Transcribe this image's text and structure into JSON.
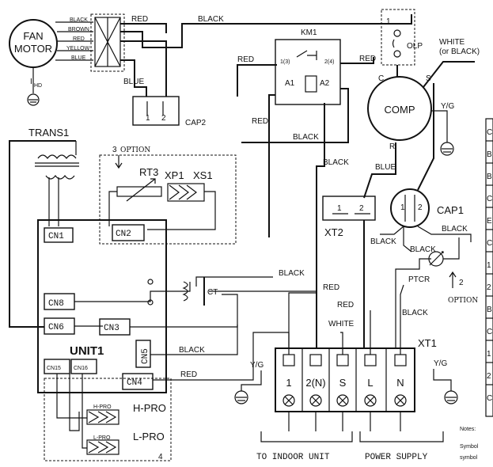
{
  "components": {
    "fan_motor_line1": "FAN",
    "fan_motor_line2": "MOTOR",
    "fan_motor_ihd": "I",
    "fan_motor_ihd_sub": "HD",
    "cap2": "CAP2",
    "cap2_pin1": "1",
    "cap2_pin2": "2",
    "km1": "KM1",
    "km1_pin_1_3": "1(3)",
    "km1_pin_2_4": "2(4)",
    "km1_a1": "A1",
    "km1_a2": "A2",
    "olp": "OLP",
    "olp_pin": "1",
    "comp": "COMP",
    "comp_c": "C",
    "comp_s": "S",
    "comp_r": "R",
    "white_or_black_1": "WHITE",
    "white_or_black_2": "(or BLACK)",
    "yg_comp": "Y/G",
    "trans1": "TRANS1",
    "option_3_num": "3",
    "option_3": "OPTION",
    "rt3": "RT3",
    "xp1": "XP1",
    "xs1": "XS1",
    "cn1": "CN1",
    "cn2": "CN2",
    "cn8": "CN8",
    "cn6": "CN6",
    "cn3": "CN3",
    "cn5": "CN5",
    "cn4": "CN4",
    "cn15": "CN15",
    "cn16": "CN16",
    "unit1": "UNIT1",
    "ct": "CT",
    "h_pro_small": "H-PRO",
    "h_pro_big": "H-PRO",
    "l_pro_small": "L-PRO",
    "l_pro_big": "L-PRO",
    "group4": "4",
    "xt2": "XT2",
    "xt2_pin1": "1",
    "xt2_pin2": "2",
    "cap1": "CAP1",
    "cap1_pin1": "1",
    "cap1_pin2": "2",
    "ptcr": "PTCR",
    "option_2_num": "2",
    "option_2": "OPTION",
    "xt1": "XT1",
    "term_1": "1",
    "term_2n": "2(N)",
    "term_s": "S",
    "term_l": "L",
    "term_n": "N",
    "yg_left": "Y/G",
    "yg_right": "Y/G",
    "to_indoor_unit": "TO INDOOR UNIT",
    "power_supply": "POWER SUPPLY",
    "notes": "Notes:",
    "notes_symbol1": "Symbol",
    "notes_symbol2": "symbol"
  },
  "wires": {
    "fan_black": "BLACK",
    "fan_brown": "BROWN",
    "fan_red": "RED",
    "fan_yellow": "YELLOW",
    "fan_blue": "BLUE",
    "red_top": "RED",
    "black_top": "BLACK",
    "blue_cap2": "BLUE",
    "red_km1_left": "RED",
    "red_km1_mid": "RED",
    "red_comp": "RED",
    "black_km1": "BLACK",
    "black_xt1": "BLACK",
    "blue_xt2": "BLUE",
    "black_cap1_1": "BLACK",
    "black_cap1_2": "BLACK",
    "black_ptcr": "BLACK",
    "black_ct": "BLACK",
    "red_ct1": "RED",
    "red_ct2": "RED",
    "white_ct": "WHITE",
    "black_right": "BLACK",
    "black_cn5": "BLACK",
    "red_cn4": "RED"
  },
  "legend_table": {
    "rows": [
      "C",
      "B",
      "B",
      "C",
      "E",
      "C",
      "1",
      "2",
      "B",
      "C",
      "1",
      "2",
      "C"
    ]
  }
}
